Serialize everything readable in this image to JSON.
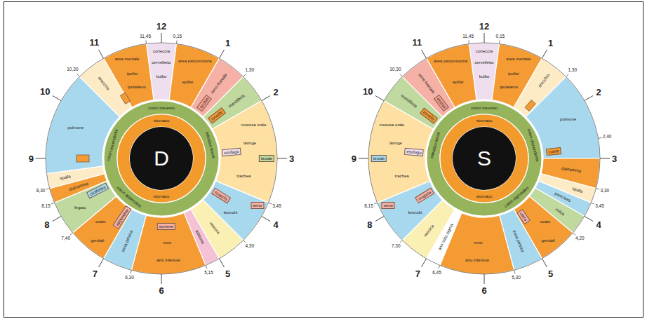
{
  "diagram": {
    "nodes": [
      {
        "text": [
          "corteccia",
          "cervelletto",
          "bulbo"
        ]
      },
      {
        "text": [
          "area mentale",
          "ipofisi",
          "ipotalamo"
        ]
      },
      {
        "text": [
          "area psicomotoria",
          "epifisi"
        ]
      },
      {
        "text": [
          "seno frontale"
        ]
      },
      {
        "text": [
          "occhio"
        ],
        "in": 3
      },
      {
        "text": [
          "mandibola"
        ]
      },
      {
        "text": [
          "tonsille"
        ],
        "in": 5
      },
      {
        "text": [
          "mucosa orale",
          "laringe",
          "trachea"
        ]
      },
      {
        "text": [
          "tiroide"
        ],
        "in": 7
      },
      {
        "text": [
          "esofago"
        ],
        "in": 7
      },
      {
        "text": [
          "bronchi"
        ]
      },
      {
        "text": [
          "seno"
        ],
        "in": 10
      },
      {
        "text": [
          "scapola"
        ],
        "in": 10
      },
      {
        "text": [
          "vescica"
        ]
      },
      {
        "text": [
          "addome"
        ]
      },
      {
        "text": [
          "rene",
          "arto inferiore"
        ]
      },
      {
        "text": [
          "surrene"
        ],
        "in": 15
      },
      {
        "text": [
          "zona pelvica"
        ]
      },
      {
        "text": [
          "ovaio",
          "genitali"
        ]
      },
      {
        "text": [
          "appendice"
        ],
        "in": 18
      },
      {
        "text": [
          "fegato"
        ]
      },
      {
        "text": [
          "cistifellea"
        ],
        "in": 20
      },
      {
        "text": [
          "diaframma"
        ]
      },
      {
        "text": [
          "spalla"
        ]
      },
      {
        "text": [
          "polmone"
        ]
      },
      {
        "text": [
          "orecchio"
        ]
      },
      {
        "text": [
          "colon traverso",
          "intestino tenue",
          "cieco appendice",
          "colon ascendente"
        ]
      },
      {
        "text": [
          "stomaco",
          "stomaco"
        ]
      },
      {
        "text": [
          "D"
        ]
      },
      {
        "text": [
          "corteccia",
          "cervelletto",
          "bulbo"
        ]
      },
      {
        "text": [
          "area psicomotoria",
          "epifisi"
        ]
      },
      {
        "text": [
          "area mentale",
          "ipofisi",
          "ipotalamo"
        ]
      },
      {
        "text": [
          "orecchio"
        ]
      },
      {
        "text": [
          "polmone"
        ]
      },
      {
        "text": [
          "cuore"
        ],
        "in": 33
      },
      {
        "text": [
          "diaframma"
        ]
      },
      {
        "text": [
          "spalla"
        ]
      },
      {
        "text": [
          "pancreas"
        ]
      },
      {
        "text": [
          "milza"
        ]
      },
      {
        "text": [
          "ovaio",
          "genitali"
        ]
      },
      {
        "text": [
          "utero"
        ],
        "in": 39
      },
      {
        "text": [
          "zona pelvica"
        ]
      },
      {
        "text": [
          "rene",
          "arto inferiore"
        ]
      },
      {
        "text": [
          "ano retto sigma"
        ]
      },
      {
        "text": [
          "vescica"
        ]
      },
      {
        "text": [
          "bronchi"
        ]
      },
      {
        "text": [
          "seno"
        ],
        "in": 45
      },
      {
        "text": [
          "scapola"
        ],
        "in": 45
      },
      {
        "text": [
          "mucosa orale",
          "laringe",
          "trachea"
        ]
      },
      {
        "text": [
          "tiroide"
        ],
        "in": 48
      },
      {
        "text": [
          "esofago"
        ],
        "in": 48
      },
      {
        "text": [
          "mandibola"
        ]
      },
      {
        "text": [
          "tonsille"
        ],
        "in": 51
      },
      {
        "text": [
          "seno frontale"
        ]
      },
      {
        "text": [
          "occhio"
        ],
        "in": 53
      },
      {
        "text": [
          "colon traverso",
          "colon discendente",
          "colon sigmoideo",
          "intestino tenue"
        ]
      },
      {
        "text": [
          "stomaco",
          "stomaco"
        ]
      },
      {
        "text": [
          "S"
        ]
      }
    ],
    "labels": [
      "12",
      "1",
      "2",
      "3",
      "4",
      "5",
      "6",
      "7",
      "8",
      "9",
      "10",
      "11",
      "11,45",
      "0,15",
      "1,30",
      "3,45",
      "4,30",
      "5,15",
      "6,30",
      "7,40",
      "8,15",
      "8,30",
      "10,30",
      "12",
      "1",
      "2",
      "3",
      "4",
      "5",
      "6",
      "7",
      "8",
      "9",
      "10",
      "11",
      "11,45",
      "0,15",
      "1,30",
      "2,40",
      "3,30",
      "3,45",
      "4,20",
      "5,30",
      "6,45",
      "7,30",
      "8,15",
      "10,30"
    ]
  }
}
